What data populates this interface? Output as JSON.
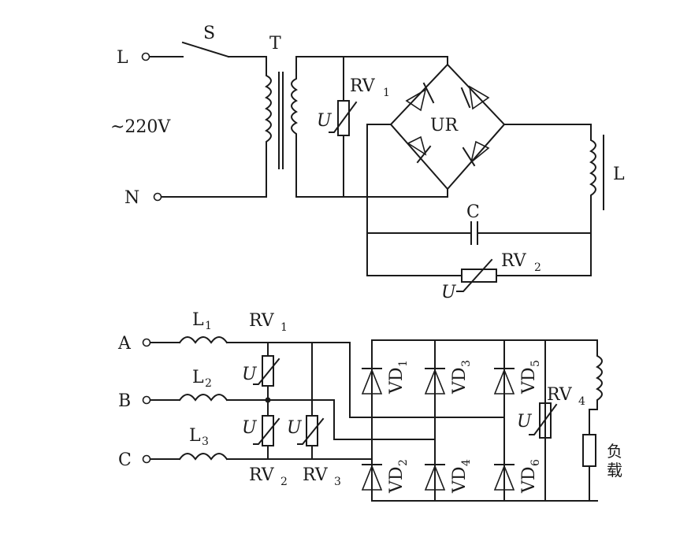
{
  "top_circuit": {
    "terminal_L": "L",
    "terminal_N": "N",
    "switch": "S",
    "transformer": "T",
    "voltage": "~220V",
    "varistor_main": "RV",
    "varistor_main_sub": "1",
    "varistor_U": "U",
    "bridge": "UR",
    "inductor": "L",
    "capacitor": "C",
    "varistor_2": "RV",
    "varistor_2_sub": "2",
    "varistor_2_U": "U"
  },
  "bottom_circuit": {
    "phase_A": "A",
    "phase_B": "B",
    "phase_C": "C",
    "L1": "L",
    "L1_sub": "1",
    "L2": "L",
    "L2_sub": "2",
    "L3": "L",
    "L3_sub": "3",
    "RV1": "RV",
    "RV1_sub": "1",
    "RV2": "RV",
    "RV2_sub": "2",
    "RV3": "RV",
    "RV3_sub": "3",
    "RV4": "RV",
    "RV4_sub": "4",
    "U_label": "U",
    "VD1": "VD",
    "VD1_sub": "1",
    "VD2": "VD",
    "VD2_sub": "2",
    "VD3": "VD",
    "VD3_sub": "3",
    "VD4": "VD",
    "VD4_sub": "4",
    "VD5": "VD",
    "VD5_sub": "5",
    "VD6": "VD",
    "VD6_sub": "6",
    "load_char_1": "负",
    "load_char_2": "载"
  }
}
